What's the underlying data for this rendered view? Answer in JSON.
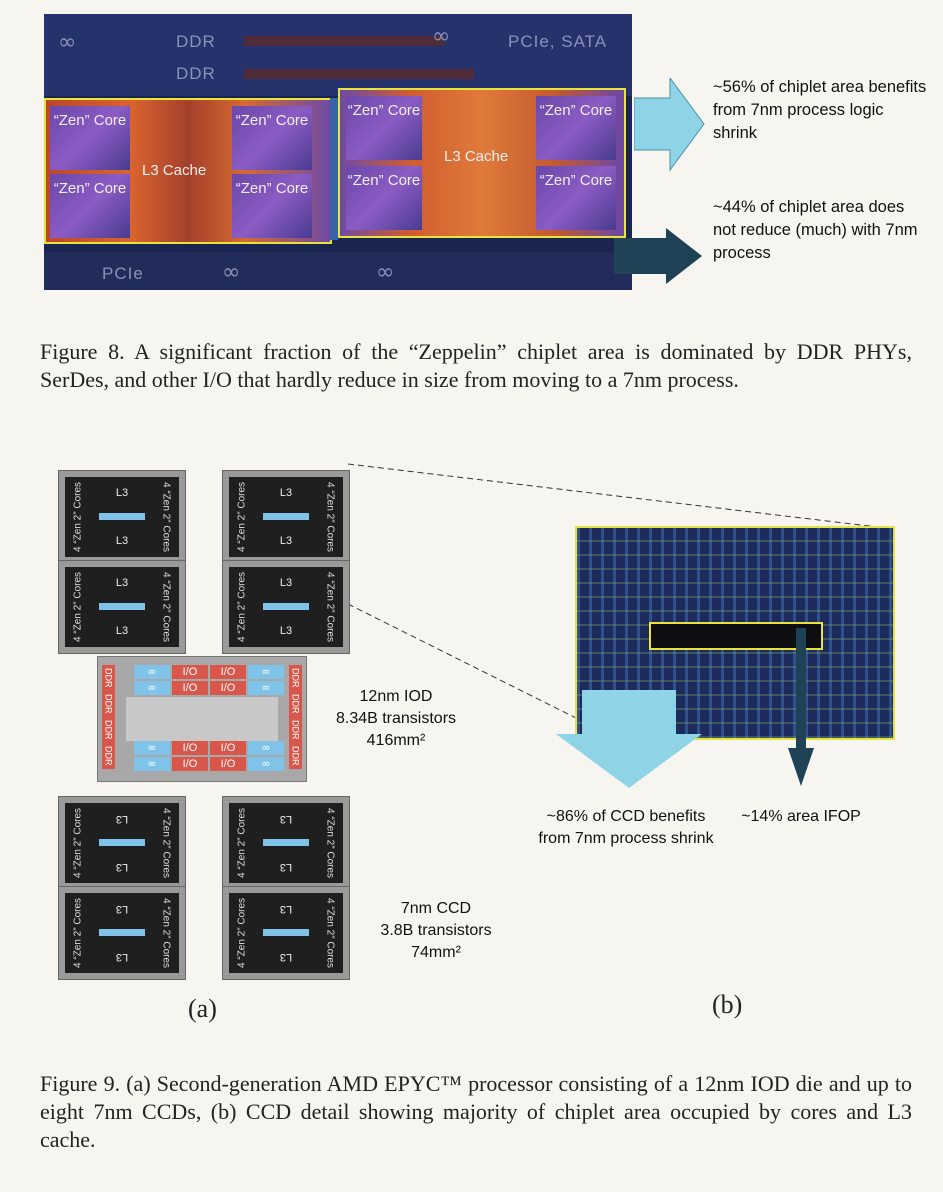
{
  "figure8": {
    "die_labels": {
      "ddr_top": "DDR",
      "ddr_second": "DDR",
      "pcie_sata": "PCIe, SATA",
      "pcie_bottom": "PCIe"
    },
    "left_ccx": {
      "cores": [
        "“Zen” Core",
        "“Zen” Core",
        "“Zen” Core",
        "“Zen” Core"
      ],
      "l3": "L3 Cache"
    },
    "right_ccx": {
      "cores": [
        "“Zen” Core",
        "“Zen” Core",
        "“Zen” Core",
        "“Zen” Core"
      ],
      "l3": "L3 Cache"
    },
    "annotations": {
      "upper": "~56% of chiplet area benefits from 7nm process logic shrink",
      "lower": "~44% of chiplet area does not reduce (much) with 7nm process"
    },
    "colors": {
      "light_arrow": "#8fd3e6",
      "dark_arrow": "#1f4257"
    },
    "caption": "Figure 8. A significant fraction of the “Zeppelin” chiplet area is dominated by DDR PHYs, SerDes, and other I/O that hardly reduce in size from moving to a 7nm process."
  },
  "figure9": {
    "ccd_block": {
      "cores_label": "4 “Zen 2” Cores",
      "l3": "L3",
      "if_icon": "infinity-icon"
    },
    "iod_block": {
      "ddr": "DDR",
      "io": "I/O",
      "if_glyph": "∞"
    },
    "iod_spec": {
      "line1": "12nm IOD",
      "line2": "8.34B transistors",
      "line3": "416mm²"
    },
    "ccd_spec": {
      "line1": "7nm CCD",
      "line2": "3.8B transistors",
      "line3": "74mm²"
    },
    "annotations": {
      "ccd_shrink": "~86% of CCD benefits from 7nm process shrink",
      "ifop": "~14% area IFOP"
    },
    "sub_labels": {
      "a": "(a)",
      "b": "(b)"
    },
    "caption": "Figure 9. (a) Second-generation AMD EPYC™ processor consisting of a 12nm IOD die and up to eight 7nm CCDs, (b) CCD detail showing majority of chiplet area occupied by cores and L3 cache."
  }
}
